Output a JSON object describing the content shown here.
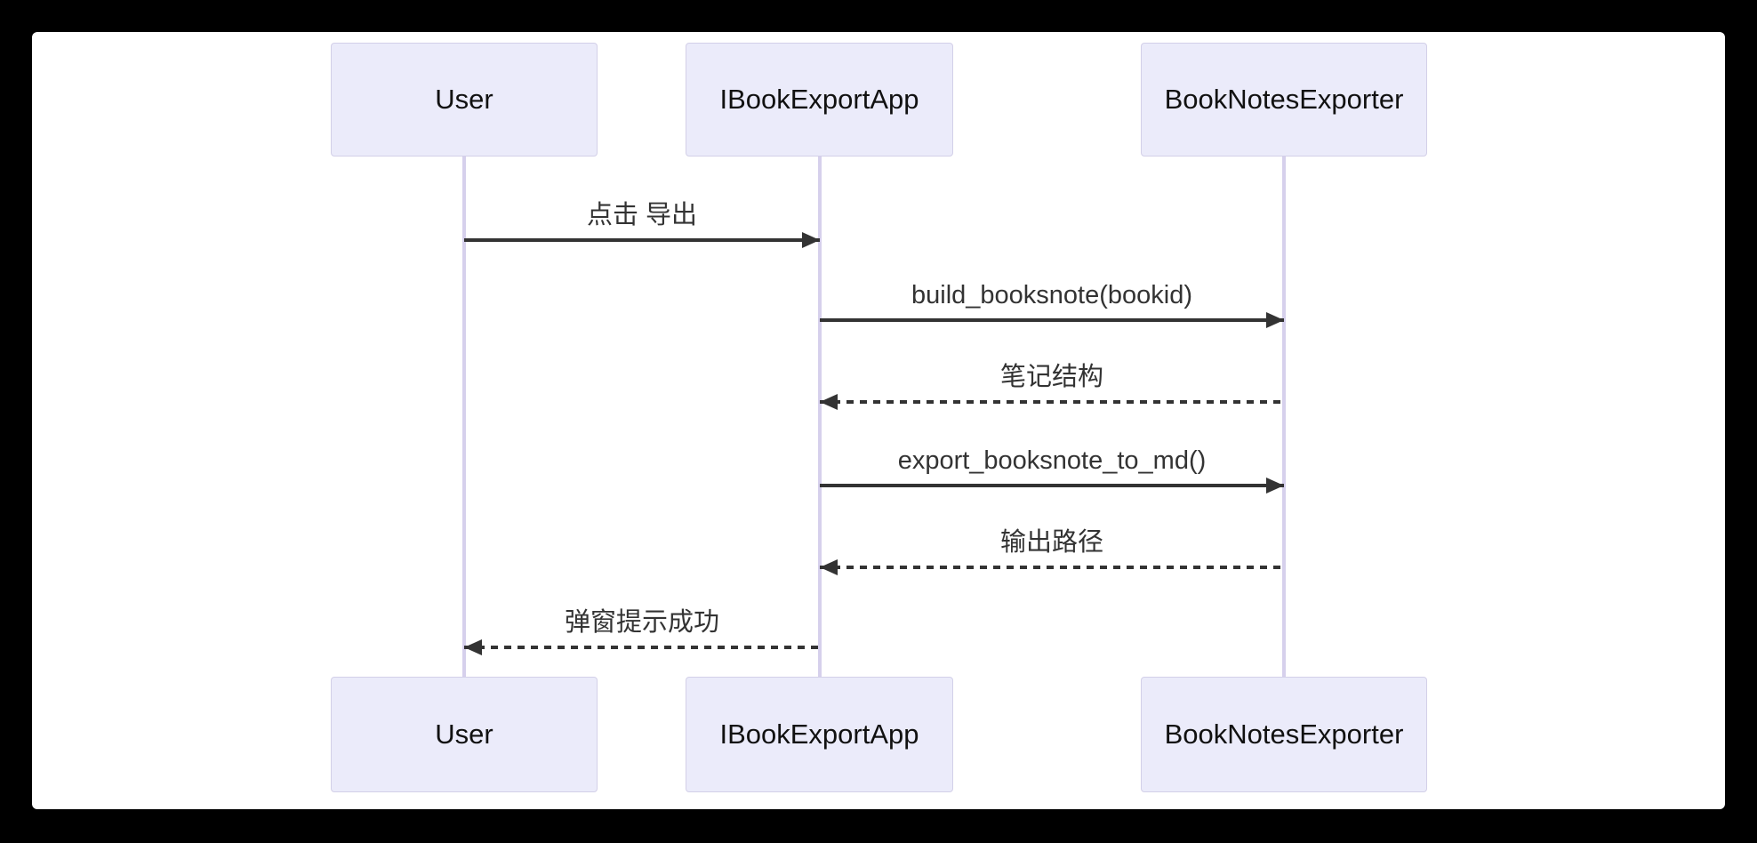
{
  "diagram": {
    "type": "sequence-diagram",
    "actors": [
      {
        "id": "user",
        "label": "User"
      },
      {
        "id": "app",
        "label": "IBookExportApp"
      },
      {
        "id": "exporter",
        "label": "BookNotesExporter"
      }
    ],
    "messages": [
      {
        "from": "User",
        "to": "IBookExportApp",
        "label": "点击 导出",
        "line": "solid",
        "direction": "right"
      },
      {
        "from": "IBookExportApp",
        "to": "BookNotesExporter",
        "label": "build_booksnote(bookid)",
        "line": "solid",
        "direction": "right"
      },
      {
        "from": "BookNotesExporter",
        "to": "IBookExportApp",
        "label": "笔记结构",
        "line": "dashed",
        "direction": "left"
      },
      {
        "from": "IBookExportApp",
        "to": "BookNotesExporter",
        "label": "export_booksnote_to_md()",
        "line": "solid",
        "direction": "right"
      },
      {
        "from": "BookNotesExporter",
        "to": "IBookExportApp",
        "label": "输出路径",
        "line": "dashed",
        "direction": "left"
      },
      {
        "from": "IBookExportApp",
        "to": "User",
        "label": "弹窗提示成功",
        "line": "dashed",
        "direction": "left"
      }
    ],
    "colors": {
      "frame": "#000000",
      "canvas": "#FFFFFF",
      "actor_fill": "#EBEBFA",
      "actor_border": "#D3D0E8",
      "lifeline": "#D6D0EC",
      "message_line": "#333333",
      "message_text": "#333333",
      "actor_text": "#111111"
    }
  }
}
